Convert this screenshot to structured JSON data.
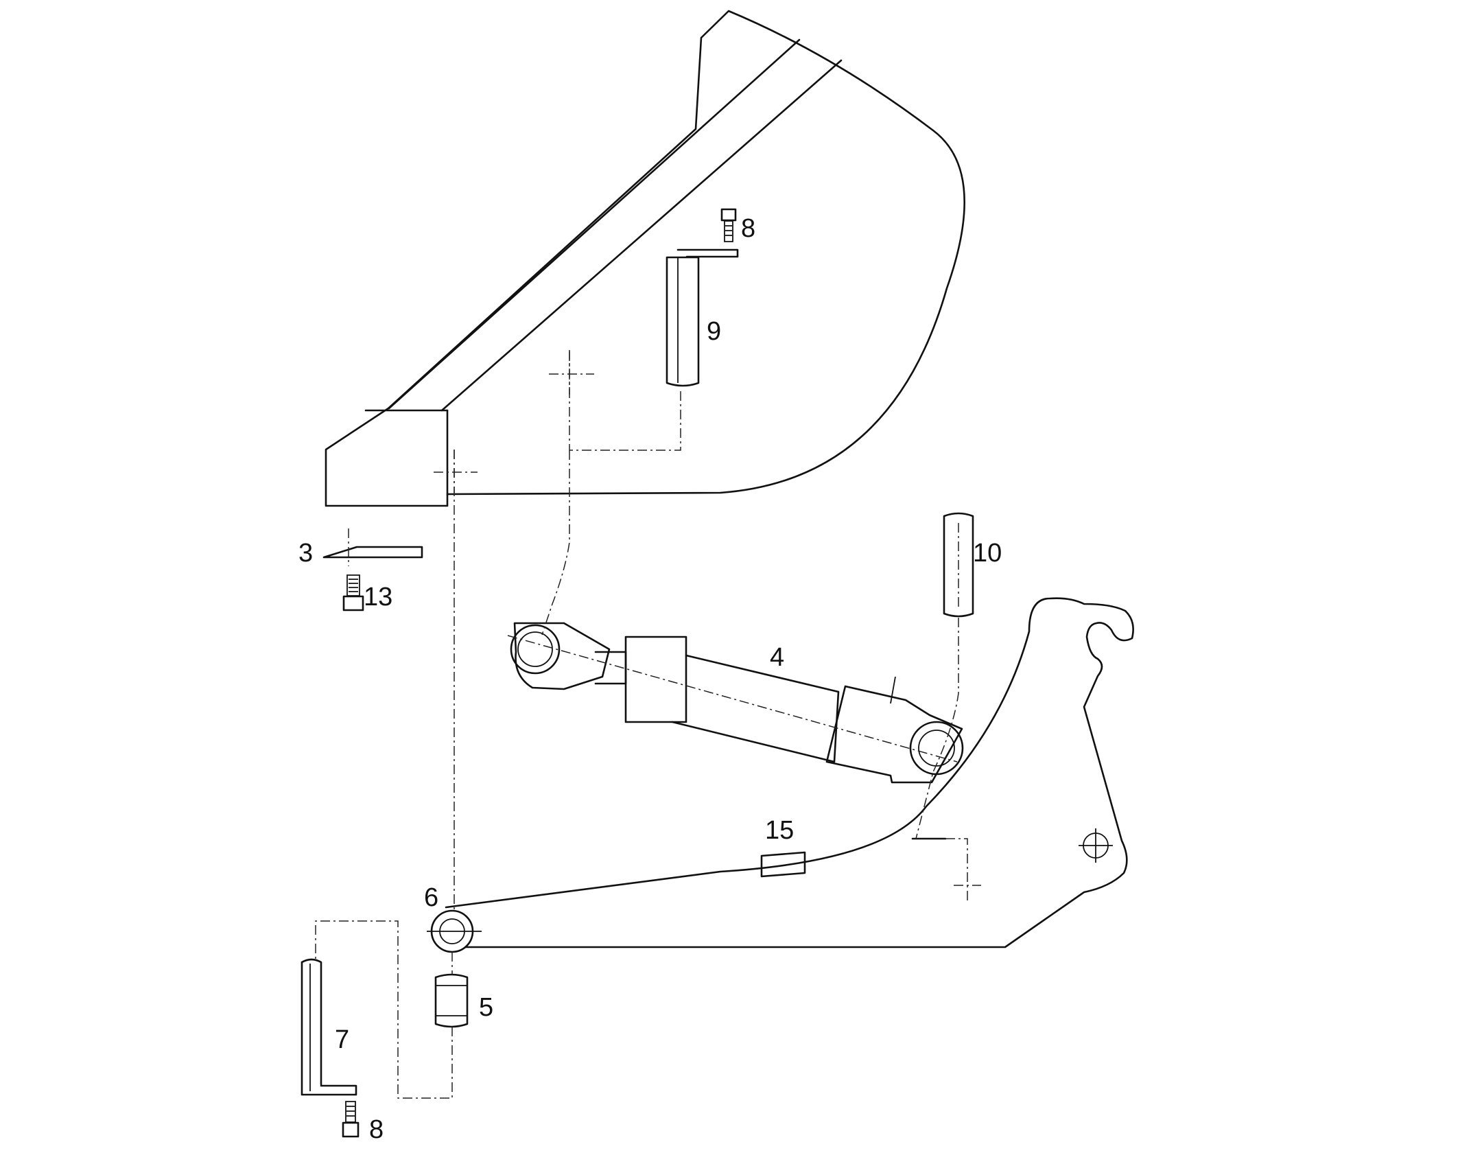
{
  "callouts": {
    "c3": "3",
    "c4": "4",
    "c5": "5",
    "c6": "6",
    "c7": "7",
    "c8_top": "8",
    "c8_bottom": "8",
    "c9": "9",
    "c10": "10",
    "c13": "13",
    "c15": "15"
  },
  "colors": {
    "line": "#111111",
    "background": "#ffffff"
  }
}
